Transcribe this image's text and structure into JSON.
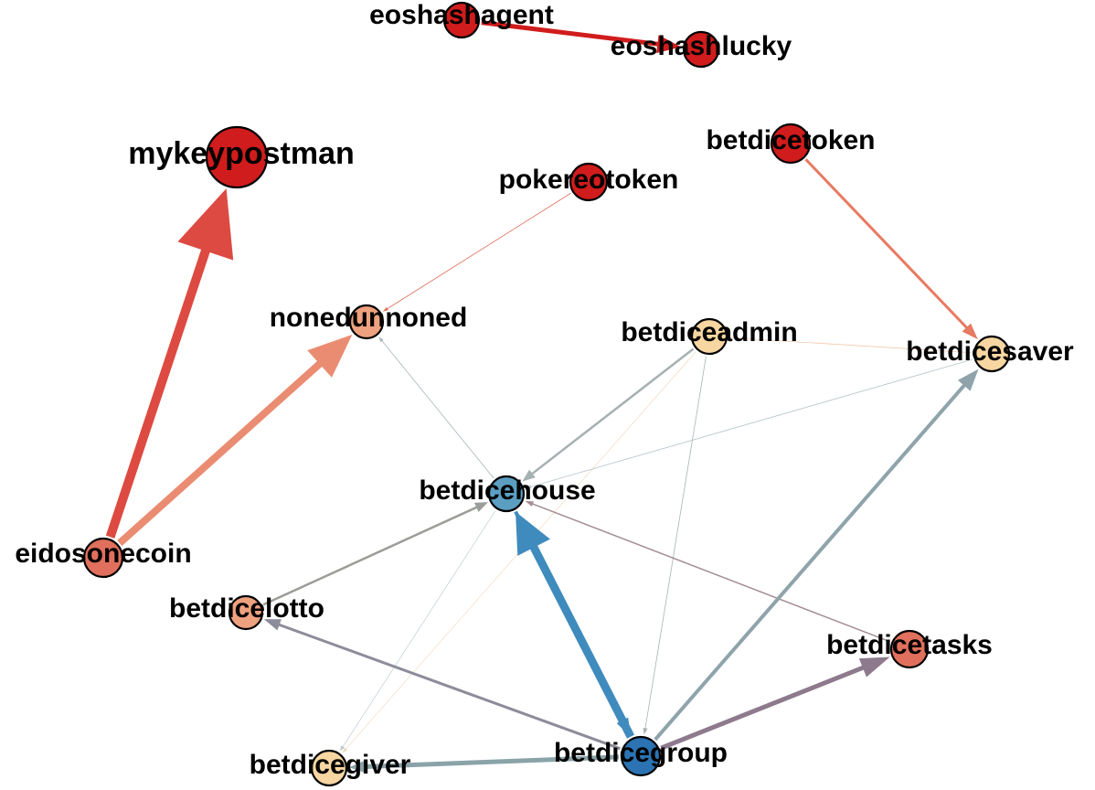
{
  "graph": {
    "nodes": [
      {
        "id": "eoshashagent",
        "label": "eoshashagent",
        "color": "#d01c1c"
      },
      {
        "id": "eoshashlucky",
        "label": "eoshashlucky",
        "color": "#d01c1c"
      },
      {
        "id": "mykeypostman",
        "label": "mykeypostman",
        "color": "#d01c1c"
      },
      {
        "id": "betdicetoken",
        "label": "betdicetoken",
        "color": "#d01c1c"
      },
      {
        "id": "pokereotoken",
        "label": "pokereotoken",
        "color": "#d01c1c"
      },
      {
        "id": "nonedunnoned",
        "label": "nonedunnoned",
        "color": "#eea17e"
      },
      {
        "id": "betdiceadmin",
        "label": "betdiceadmin",
        "color": "#f7d6a2"
      },
      {
        "id": "betdicesaver",
        "label": "betdicesaver",
        "color": "#f7d6a2"
      },
      {
        "id": "betdicehouse",
        "label": "betdicehouse",
        "color": "#5b9ec2"
      },
      {
        "id": "eidosonecoin",
        "label": "eidosonecoin",
        "color": "#e0705d"
      },
      {
        "id": "betdicelotto",
        "label": "betdicelotto",
        "color": "#eea17e"
      },
      {
        "id": "betdicetasks",
        "label": "betdicetasks",
        "color": "#e0705d"
      },
      {
        "id": "betdicegiver",
        "label": "betdicegiver",
        "color": "#f7d6a2"
      },
      {
        "id": "betdicegroup",
        "label": "betdicegroup",
        "color": "#2c73b4"
      }
    ],
    "edges": [
      {
        "from": "eoshashagent",
        "to": "eoshashlucky",
        "color": "#d01c1c"
      },
      {
        "from": "eidosonecoin",
        "to": "mykeypostman",
        "color": "#dd4a41"
      },
      {
        "from": "eidosonecoin",
        "to": "nonedunnoned",
        "color": "#ea8c71"
      },
      {
        "from": "pokereotoken",
        "to": "nonedunnoned",
        "color": "#e0705d"
      },
      {
        "from": "betdicetoken",
        "to": "betdicesaver",
        "color": "#e77a62"
      },
      {
        "from": "betdiceadmin",
        "to": "betdicesaver",
        "color": "#f3c8a8"
      },
      {
        "from": "betdiceadmin",
        "to": "betdicehouse",
        "color": "#a6b1b2"
      },
      {
        "from": "betdiceadmin",
        "to": "betdicegroup",
        "color": "#a4b4b2"
      },
      {
        "from": "betdiceadmin",
        "to": "betdicegiver",
        "color": "#f1d7b5"
      },
      {
        "from": "betdicesaver",
        "to": "betdicehouse",
        "color": "#b4c3c7"
      },
      {
        "from": "betdicehouse",
        "to": "nonedunnoned",
        "color": "#a9b4b8"
      },
      {
        "from": "betdicehouse",
        "to": "betdicegiver",
        "color": "#b8c4cc"
      },
      {
        "from": "betdicelotto",
        "to": "betdicehouse",
        "color": "#9b9d98"
      },
      {
        "from": "betdicetasks",
        "to": "betdicehouse",
        "color": "#a48e95"
      },
      {
        "from": "betdicegroup",
        "to": "betdicehouse",
        "color": "#3f8bbd"
      },
      {
        "from": "betdicehouse",
        "to": "betdicegroup",
        "color": "#3f8bbd"
      },
      {
        "from": "betdicegroup",
        "to": "betdicesaver",
        "color": "#8fa3ab"
      },
      {
        "from": "betdicegroup",
        "to": "betdicetasks",
        "color": "#8d7a8d"
      },
      {
        "from": "betdicegroup",
        "to": "betdicelotto",
        "color": "#8c8c9a"
      },
      {
        "from": "betdicegroup",
        "to": "betdicegiver",
        "color": "#8aa3a8"
      }
    ]
  }
}
